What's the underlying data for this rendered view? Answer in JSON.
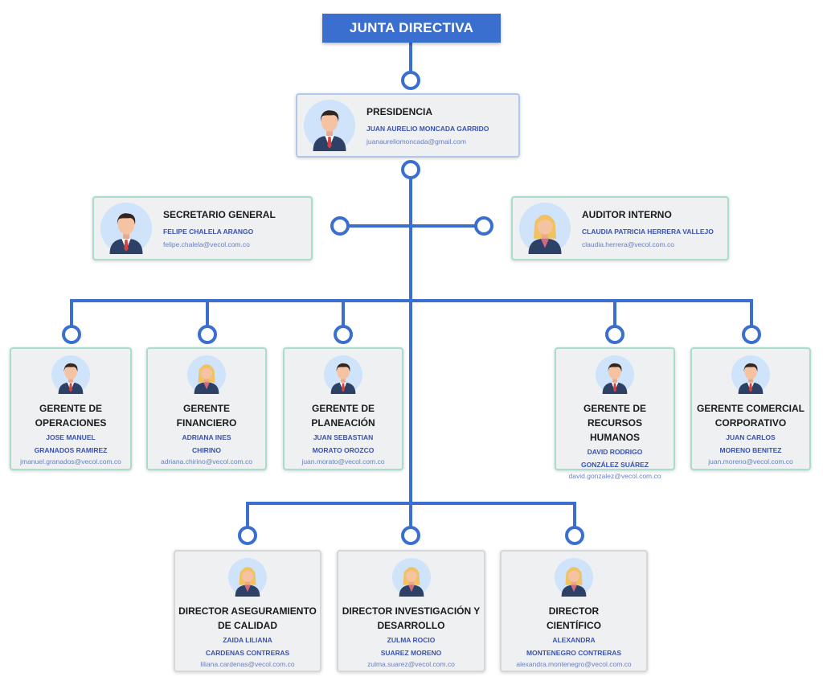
{
  "header": {
    "title": "JUNTA DIRECTIVA"
  },
  "colors": {
    "connector": "#3a6fd0",
    "title_bg": "#3a6fd0",
    "name": "#3a52b0",
    "email": "#6a7fbf",
    "teal_border": "#a8dccd",
    "avatar_bg": "#cfe3fb"
  },
  "presidencia": {
    "title": "PRESIDENCIA",
    "name": "JUAN AURELIO MONCADA GARRIDO",
    "email": "juanaureliomoncada@gmail.com",
    "icon": "male-executive-avatar"
  },
  "secretario": {
    "title": "SECRETARIO GENERAL",
    "name": "FELIPE CHALELA ARANGO",
    "email": "felipe.chalela@vecol.com.co",
    "icon": "male-executive-avatar"
  },
  "auditor": {
    "title": "AUDITOR INTERNO",
    "name": "CLAUDIA PATRICIA HERRERA VALLEJO",
    "email": "claudia.herrera@vecol.com.co",
    "icon": "female-executive-avatar"
  },
  "gerentes": [
    {
      "title": "GERENTE DE\nOPERACIONES",
      "name": "JOSE MANUEL\nGRANADOS RAMIREZ",
      "email": "jmanuel.granados@vecol.com.co",
      "icon": "male-executive-avatar"
    },
    {
      "title": "GERENTE\nFINANCIERO",
      "name": "ADRIANA INES\nCHIRINO",
      "email": "adriana.chirino@vecol.com.co",
      "icon": "female-executive-avatar"
    },
    {
      "title": "GERENTE DE\nPLANEACIÓN",
      "name": "JUAN SEBASTIAN\nMORATO OROZCO",
      "email": "juan.morato@vecol.com.co",
      "icon": "male-executive-avatar"
    },
    {
      "title": "GERENTE DE RECURSOS\nHUMANOS",
      "name": "DAVID RODRIGO\nGONZÁLEZ SUÁREZ",
      "email": "david.gonzalez@vecol.com.co",
      "icon": "male-executive-avatar"
    },
    {
      "title": "GERENTE COMERCIAL\nCORPORATIVO",
      "name": "JUAN CARLOS\nMORENO BENITEZ",
      "email": "juan.moreno@vecol.com.co",
      "icon": "male-executive-avatar"
    }
  ],
  "directores": [
    {
      "title": "DIRECTOR ASEGURAMIENTO\nDE CALIDAD",
      "name": "ZAIDA LILIANA\nCARDENAS CONTRERAS",
      "email": "liliana.cardenas@vecol.com.co",
      "icon": "female-executive-avatar"
    },
    {
      "title": "DIRECTOR INVESTIGACIÓN Y\nDESARROLLO",
      "name": "ZULMA ROCIO\nSUAREZ MORENO",
      "email": "zulma.suarez@vecol.com.co",
      "icon": "female-executive-avatar"
    },
    {
      "title": "DIRECTOR\nCIENTÍFICO",
      "name": "ALEXANDRA\nMONTENEGRO CONTRERAS",
      "email": "alexandra.montenegro@vecol.com.co",
      "icon": "female-executive-avatar"
    }
  ]
}
